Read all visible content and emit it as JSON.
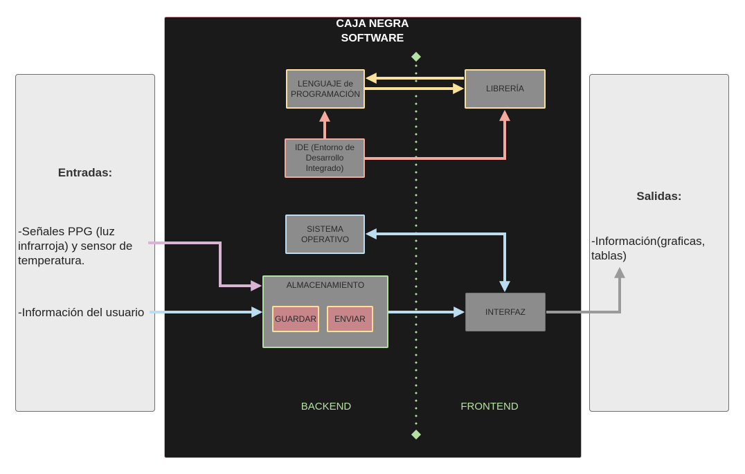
{
  "header": {
    "title_line1": "CAJA NEGRA",
    "title_line2": "SOFTWARE"
  },
  "inputs": {
    "title": "Entradas:",
    "item1": "-Señales PPG (luz infrarroja) y sensor de temperatura.",
    "item2": "-Información del usuario"
  },
  "outputs": {
    "title": "Salidas:",
    "item1": "-Información(graficas, tablas)"
  },
  "nodes": {
    "lenguaje": "LENGUAJE de PROGRAMACIÓN",
    "libreria": "LIBRERÍA",
    "ide": "IDE (Entorno de Desarrollo Integrado)",
    "sistema": "SISTEMA OPERATIVO",
    "almacenamiento": "ALMACENAMIENTO",
    "guardar": "GUARDAR",
    "enviar": "ENVIAR",
    "interfaz": "INTERFAZ"
  },
  "zones": {
    "backend": "BACKEND",
    "frontend": "FRONTEND"
  },
  "colors": {
    "yellow_arrow": "#f9e199",
    "pink_arrow": "#f5a99e",
    "blue_arrow": "#bcdcf0",
    "purple_arrow": "#d9b4d3",
    "gray_arrow": "#9a9a9a",
    "divider": "#b5e0a3",
    "box_gray": "#8c8c8c",
    "box_red": "#c8868a"
  }
}
